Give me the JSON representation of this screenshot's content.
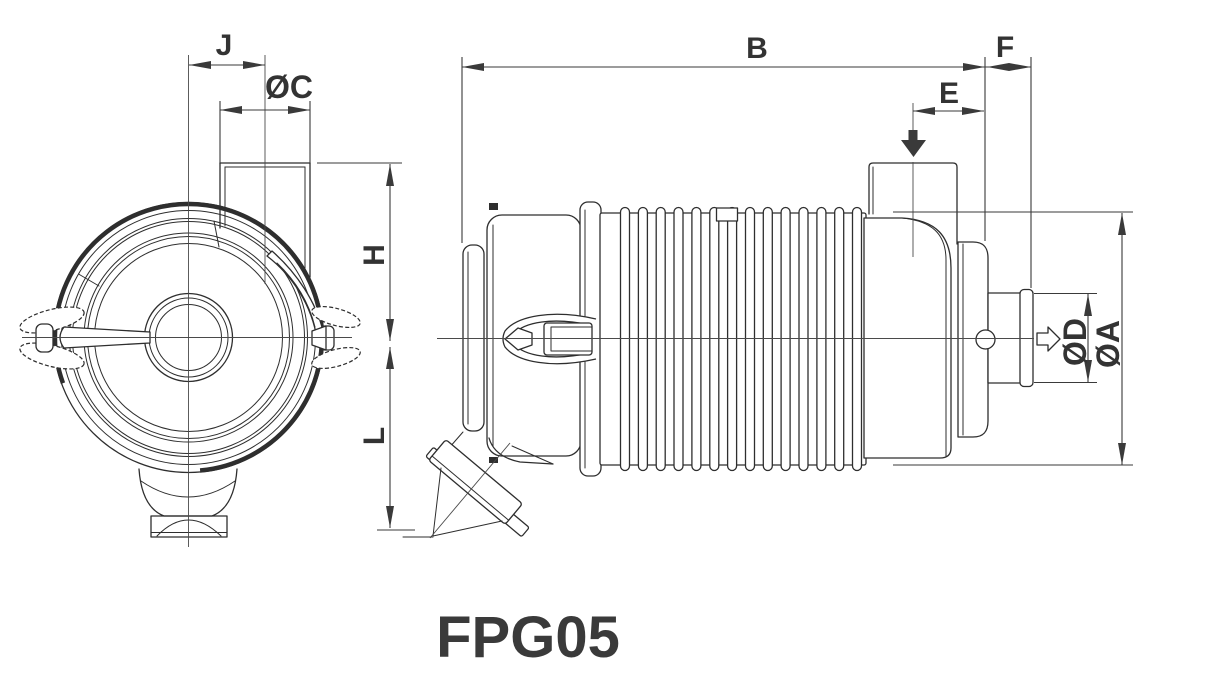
{
  "title": "FPG05",
  "dimension_labels": {
    "J": "J",
    "OC": "ØC",
    "B": "B",
    "F": "F",
    "E": "E",
    "H": "H",
    "L": "L",
    "OD": "ØD",
    "OA": "ØA"
  },
  "icons": {
    "inlet_flow": "solid-arrow-down",
    "outlet_flow": "outline-arrow-right"
  },
  "colors": {
    "background": "#ffffff",
    "part_line": "#2e2e2e",
    "dimension_line": "#3a3a3a",
    "label_text": "#333333",
    "title_text": "#3a3a3a"
  }
}
